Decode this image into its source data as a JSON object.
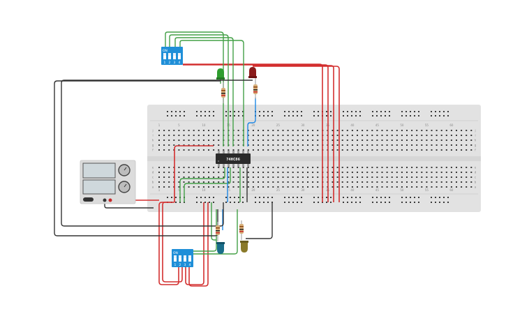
{
  "chip": {
    "label": "74HC86"
  },
  "dip_switches": [
    {
      "on_label": "ON",
      "positions": [
        "1",
        "2",
        "3",
        "4"
      ]
    },
    {
      "on_label": "ON",
      "positions": [
        "1",
        "2",
        "3",
        "4"
      ]
    }
  ],
  "breadboard": {
    "column_numbers": [
      "1",
      "5",
      "10",
      "15",
      "20",
      "25",
      "30",
      "35",
      "40",
      "45",
      "50",
      "55",
      "60"
    ],
    "row_letters_top": [
      "j",
      "i",
      "h",
      "g",
      "f"
    ],
    "row_letters_bottom": [
      "e",
      "d",
      "c",
      "b",
      "a"
    ]
  },
  "colors": {
    "wire_red": "#d32f2f",
    "wire_green": "#43a047",
    "wire_blue": "#1e88e5",
    "wire_black": "#333333",
    "breadboard": "#e2e2e2",
    "chip": "#2b2b2b",
    "dip_switch": "#1f8fd8",
    "led_green": "#2e9d2e",
    "led_red": "#8b1a1a",
    "led_teal": "#1a6e8a",
    "led_olive": "#8a7a2a"
  },
  "leds": [
    {
      "name": "green",
      "color_name": "led_green"
    },
    {
      "name": "red",
      "color_name": "led_red"
    },
    {
      "name": "teal",
      "color_name": "led_teal"
    },
    {
      "name": "olive",
      "color_name": "led_olive"
    }
  ],
  "power_supply": {
    "knobs": 2,
    "displays": 2
  }
}
